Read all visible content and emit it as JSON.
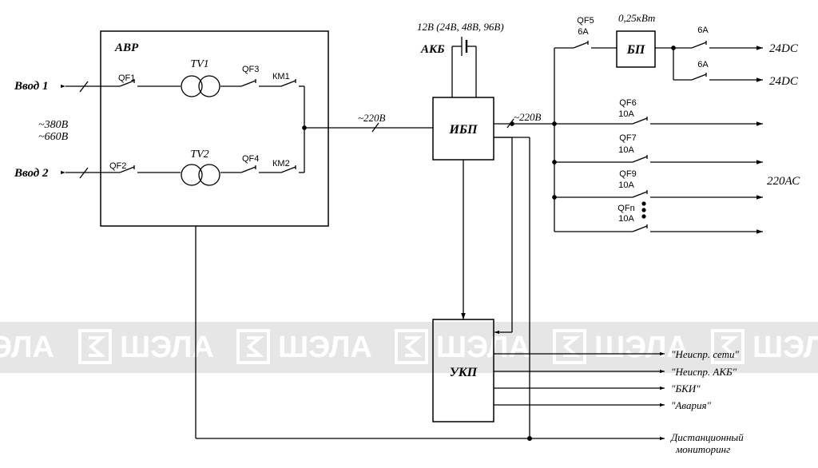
{
  "blocks": {
    "avr": "АВР",
    "ups": "ИБП",
    "ukp": "УКП",
    "psu": "БП",
    "akb": "АКБ"
  },
  "inputs": {
    "input1": "Ввод 1",
    "input2": "Ввод 2",
    "voltage1": "~380В",
    "voltage2": "~660В"
  },
  "transformers": {
    "tv1": "TV1",
    "tv2": "TV2"
  },
  "breakers": {
    "qf1": "QF1",
    "qf2": "QF2",
    "qf3": "QF3",
    "qf4": "QF4",
    "km1": "КМ1",
    "km2": "КМ2",
    "qf5": "QF5",
    "qf5_rating": "6А",
    "qf6": "QF6",
    "qf6_rating": "10А",
    "qf7": "QF7",
    "qf7_rating": "10А",
    "qf9": "QF9",
    "qf9_rating": "10А",
    "qfn": "QFn",
    "qfn_rating": "10А",
    "dc1_rating": "6А",
    "dc2_rating": "6А"
  },
  "labels": {
    "bus_voltage_in": "~220В",
    "bus_voltage_out": "~220В",
    "battery_voltage": "12В (24В, 48В, 96В)",
    "psu_power": "0,25кВт",
    "out_dc1": "24DC",
    "out_dc2": "24DC",
    "out_ac": "220АС"
  },
  "signals": {
    "s1": "\"Неиспр. сети\"",
    "s2": "\"Неиспр. АКБ\"",
    "s3": "\"БКИ\"",
    "s4": "\"Авария\"",
    "remote1": "Дистанционный",
    "remote2": "мониторинг"
  },
  "watermark": "ШЭЛА",
  "colors": {
    "line": "#000000",
    "watermark_band": "#e6e6e6",
    "watermark_text": "#ffffff"
  }
}
